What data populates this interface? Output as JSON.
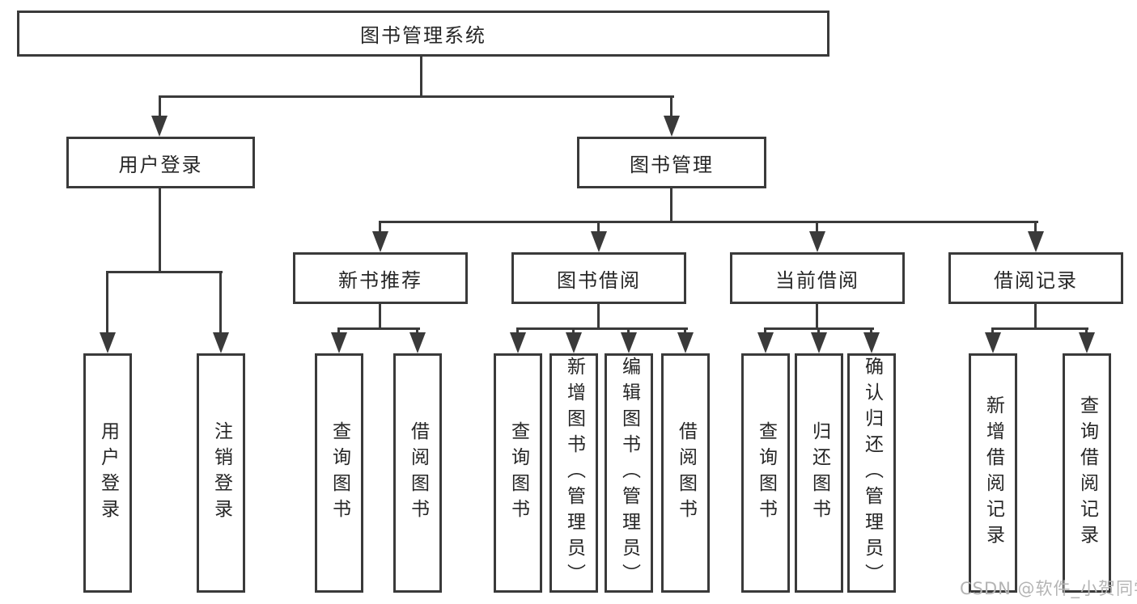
{
  "diagram": {
    "type": "hierarchy-tree",
    "title": "图书管理系统",
    "colors": {
      "line": "#3a3a3a",
      "border": "#3a3a3a",
      "text": "#262626",
      "background": "#ffffff",
      "watermark_text": "#b4b4b4"
    },
    "nodes": {
      "root": "图书管理系统",
      "level2": {
        "user_login": "用户登录",
        "book_management": "图书管理"
      },
      "level3": {
        "new_book_recommend": "新书推荐",
        "book_borrow": "图书借阅",
        "current_borrow": "当前借阅",
        "borrow_records": "借阅记录"
      },
      "leaves": {
        "login_user_login": "用户登录",
        "login_logout": "注销登录",
        "recommend_query_books": "查询图书",
        "recommend_borrow_books": "借阅图书",
        "borrow_query_books": "查询图书",
        "borrow_add_books": "新增图书（管理员）",
        "borrow_edit_books": "编辑图书（管理员）",
        "borrow_borrow_books": "借阅图书",
        "current_query_books": "查询图书",
        "current_return_books": "归还图书",
        "current_confirm_return": "确认归还（管理员）",
        "records_add_record": "新增借阅记录",
        "records_query_record": "查询借阅记录"
      }
    },
    "edges": [
      [
        "图书管理系统",
        "用户登录"
      ],
      [
        "图书管理系统",
        "图书管理"
      ],
      [
        "用户登录",
        "用户登录(叶)"
      ],
      [
        "用户登录",
        "注销登录"
      ],
      [
        "图书管理",
        "新书推荐"
      ],
      [
        "图书管理",
        "图书借阅"
      ],
      [
        "图书管理",
        "当前借阅"
      ],
      [
        "图书管理",
        "借阅记录"
      ],
      [
        "新书推荐",
        "查询图书"
      ],
      [
        "新书推荐",
        "借阅图书"
      ],
      [
        "图书借阅",
        "查询图书"
      ],
      [
        "图书借阅",
        "新增图书（管理员）"
      ],
      [
        "图书借阅",
        "编辑图书（管理员）"
      ],
      [
        "图书借阅",
        "借阅图书"
      ],
      [
        "当前借阅",
        "查询图书"
      ],
      [
        "当前借阅",
        "归还图书"
      ],
      [
        "当前借阅",
        "确认归还（管理员）"
      ],
      [
        "借阅记录",
        "新增借阅记录"
      ],
      [
        "借阅记录",
        "查询借阅记录"
      ]
    ]
  },
  "watermark": "CSDN @软件_小贺同学"
}
